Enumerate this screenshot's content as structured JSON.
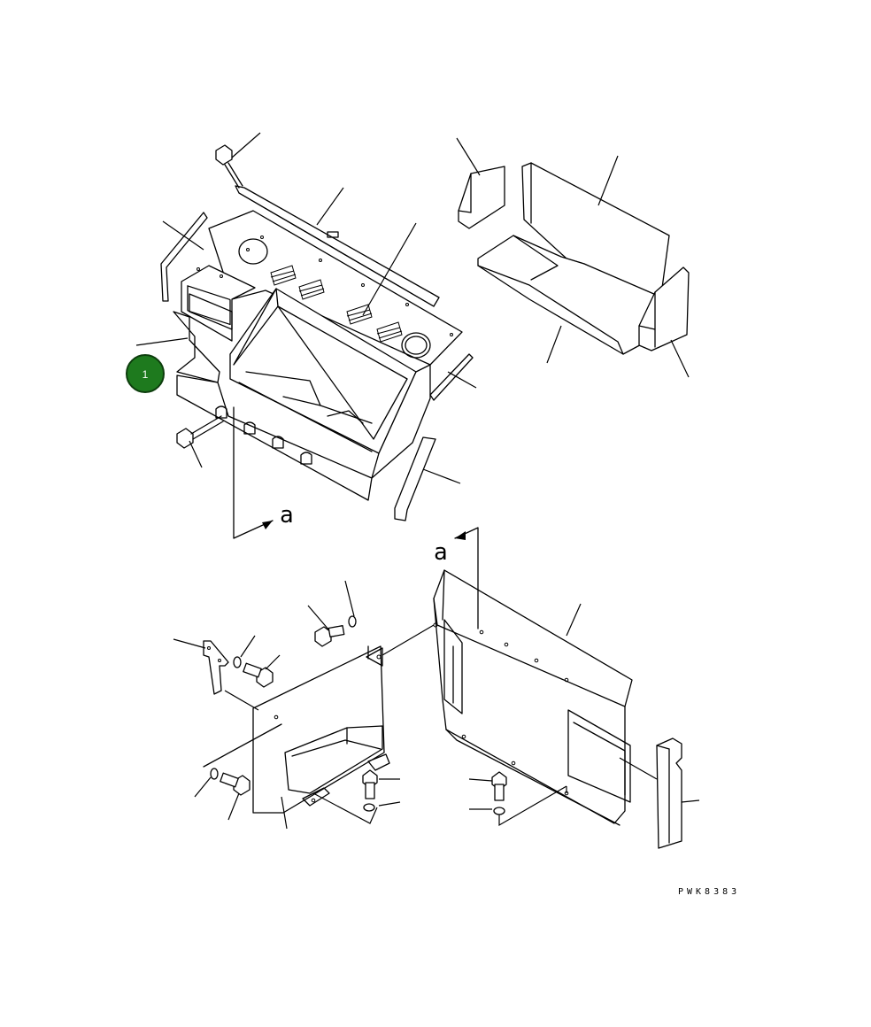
{
  "diagram": {
    "badge": {
      "label": "1",
      "color": "#1e7a1e",
      "ring_color": "#0d3d0d"
    },
    "view_arrow_labels": [
      "a",
      "a"
    ],
    "drawing_code": "PWK8383",
    "line_color": "#000000",
    "background": "#ffffff"
  }
}
